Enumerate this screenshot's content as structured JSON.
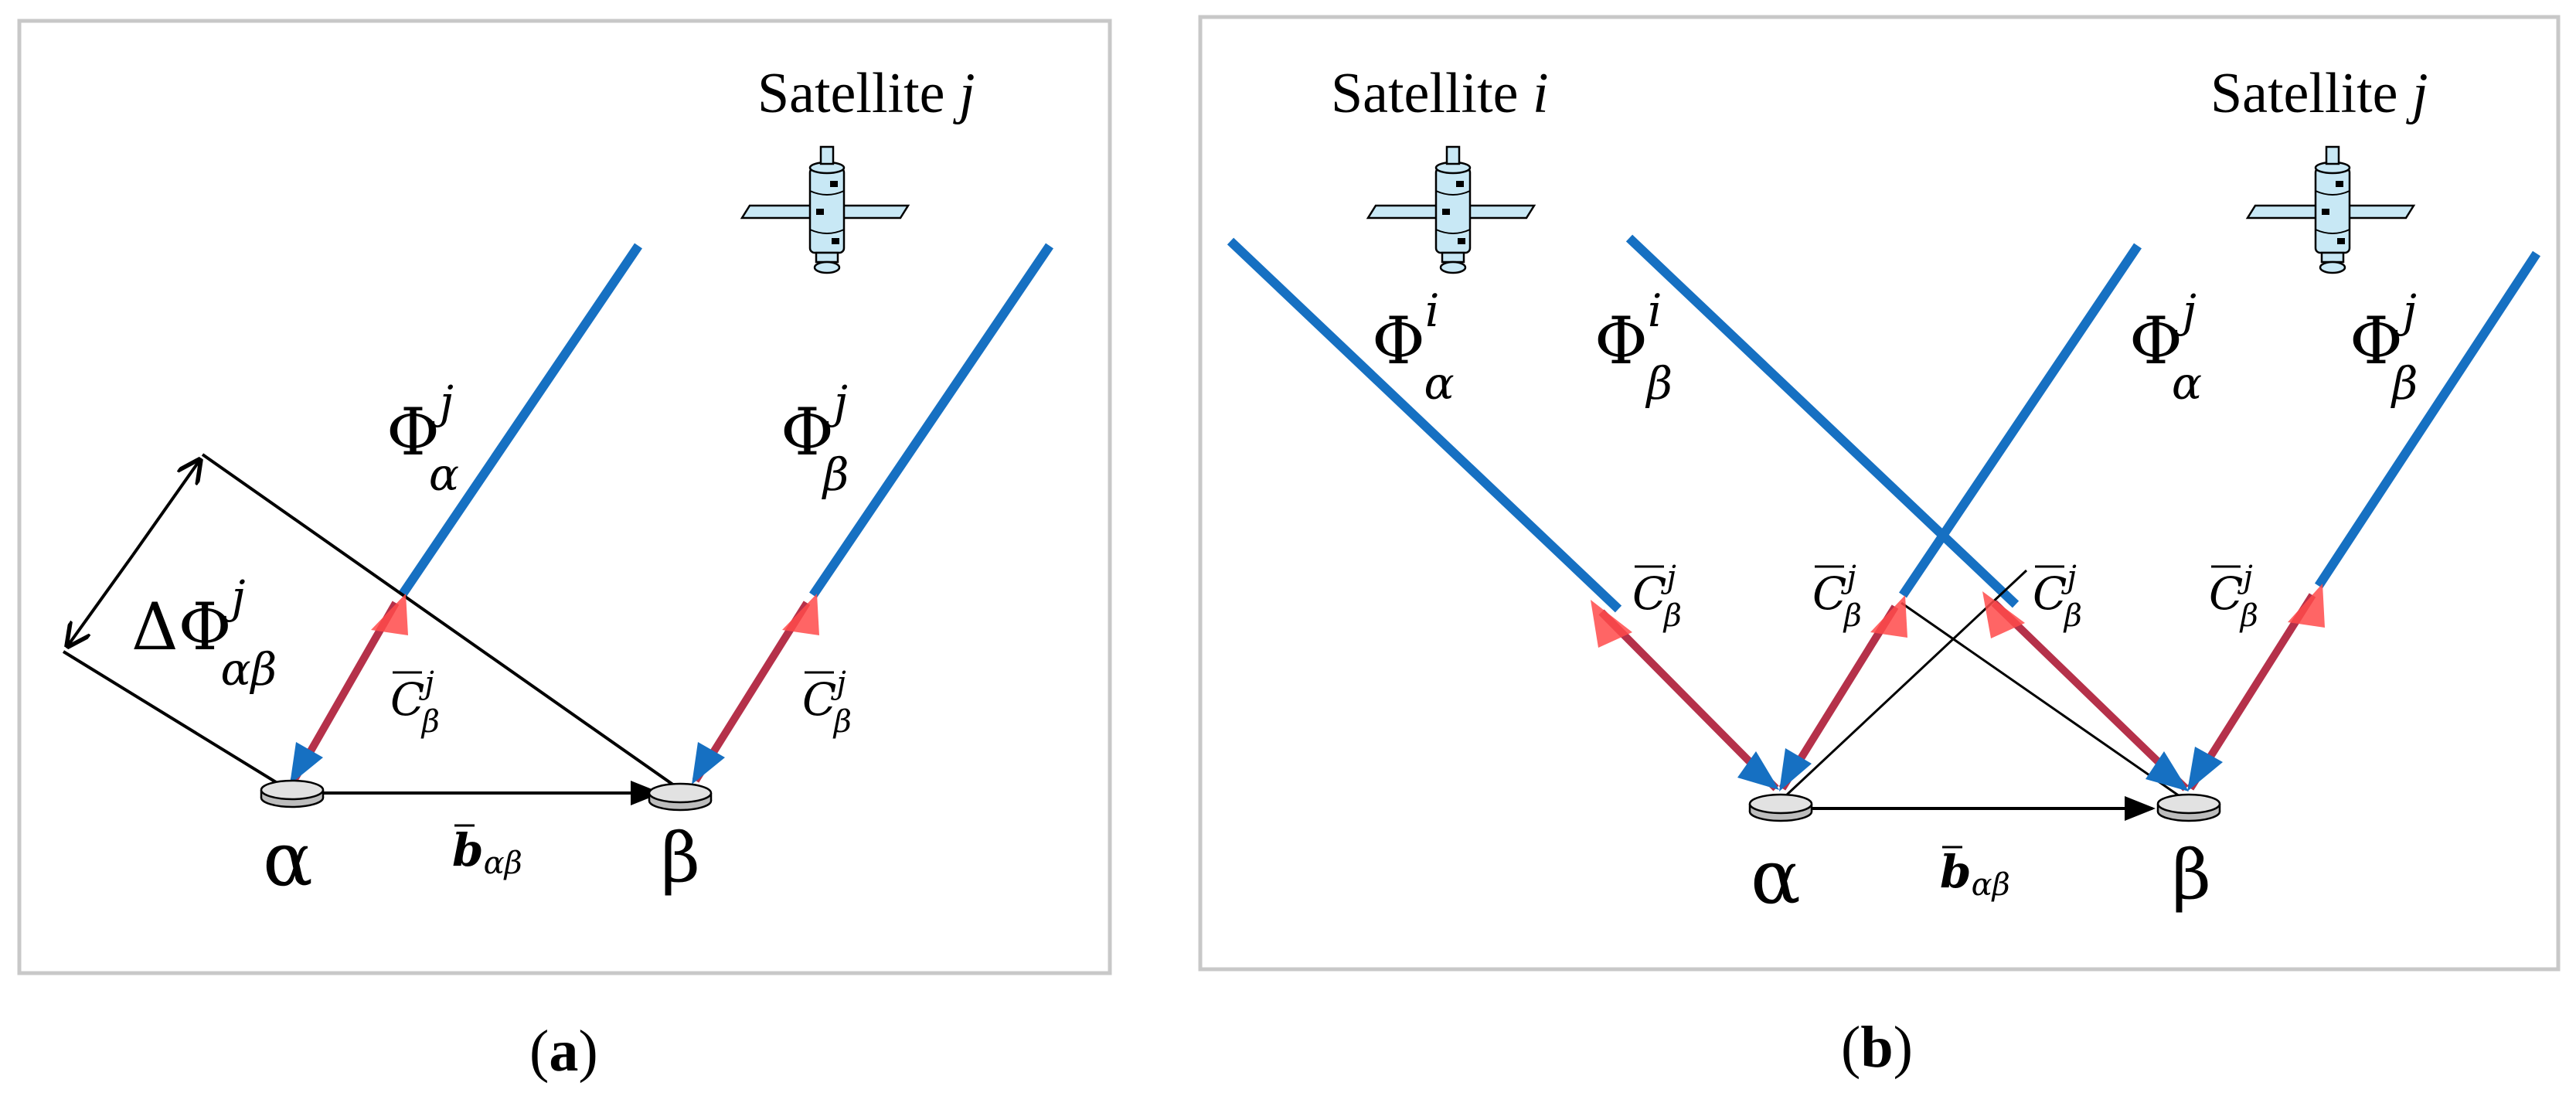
{
  "panel_a": {
    "satellite_label": "Satellite ",
    "satellite_index": "j",
    "phi": "Φ",
    "sup_j": "j",
    "sub_alpha": "α",
    "sub_beta": "β",
    "sub_alphabeta": "αβ",
    "delta_phi": "ΔΦ",
    "c_vec": "C",
    "b_vec": "b",
    "receiver_alpha": "α",
    "receiver_beta": "β",
    "caption_open": "(",
    "caption_letter": "a",
    "caption_close": ")"
  },
  "panel_b": {
    "satellite_i_label": "Satellite ",
    "satellite_i_index": "i",
    "satellite_j_label": "Satellite ",
    "satellite_j_index": "j",
    "phi": "Φ",
    "sup_i": "i",
    "sup_j": "j",
    "sub_alpha": "α",
    "sub_beta": "β",
    "sub_alphabeta": "αβ",
    "c_vec": "C",
    "b_vec": "b",
    "receiver_alpha": "α",
    "receiver_beta": "β",
    "caption_open": "(",
    "caption_letter": "b",
    "caption_close": ")"
  },
  "colors": {
    "signal_line": "#1670c2",
    "vector_dark": "#b5314a",
    "vector_head": "#ff4a4a",
    "panel_border": "#c8c8c8",
    "receiver_fill": "#d9d9d9",
    "satellite_fill": "#c8e8f5"
  },
  "icons": [
    "satellite-icon",
    "receiver-antenna-icon"
  ]
}
